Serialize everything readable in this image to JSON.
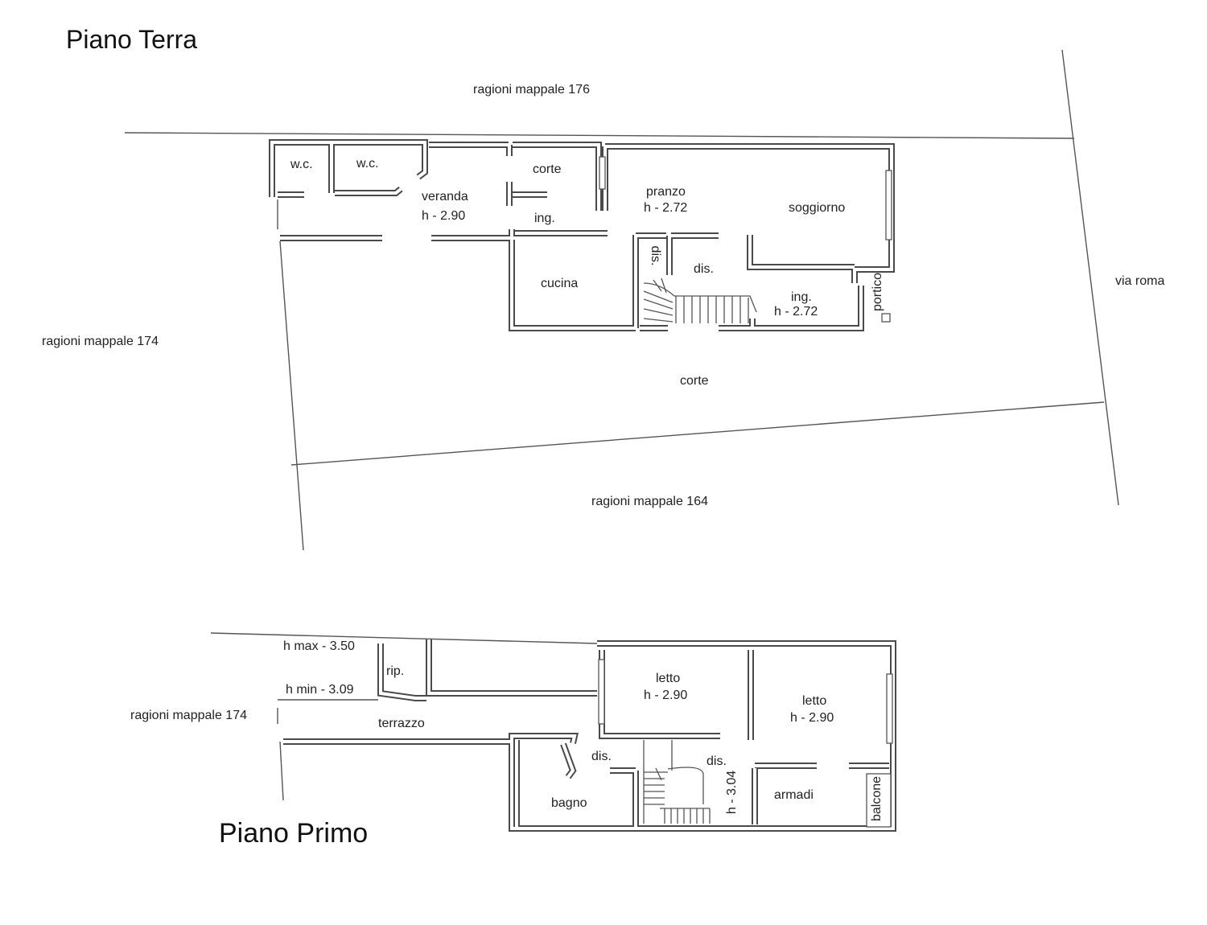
{
  "ground_floor": {
    "title": "Piano Terra",
    "surroundings": {
      "north": "ragioni mappale 176",
      "west": "ragioni mappale 174",
      "south": "ragioni mappale 164",
      "east": "via roma"
    },
    "rooms": {
      "wc_1": "w.c.",
      "wc_2": "w.c.",
      "corte_interna": "corte",
      "veranda": "veranda",
      "veranda_height": "h - 2.90",
      "ingresso_veranda": "ing.",
      "pranzo": "pranzo",
      "pranzo_height": "h - 2.72",
      "soggiorno": "soggiorno",
      "disimpegno_small": "dis.",
      "disimpegno": "dis.",
      "cucina": "cucina",
      "ingresso": "ing.",
      "ingresso_height": "h - 2.72",
      "portico": "portico",
      "corte": "corte"
    }
  },
  "first_floor": {
    "title": "Piano Primo",
    "surroundings": {
      "west": "ragioni mappale 174"
    },
    "heights": {
      "max": "h max - 3.50",
      "min": "h min - 3.09"
    },
    "rooms": {
      "ripostiglio": "rip.",
      "terrazzo": "terrazzo",
      "letto_1": "letto",
      "letto_1_height": "h - 2.90",
      "letto_2": "letto",
      "letto_2_height": "h - 2.90",
      "disimpegno_1": "dis.",
      "disimpegno_2": "dis.",
      "stair_height": "h - 3.04",
      "armadi": "armadi",
      "balcone": "balcone",
      "bagno": "bagno"
    }
  }
}
